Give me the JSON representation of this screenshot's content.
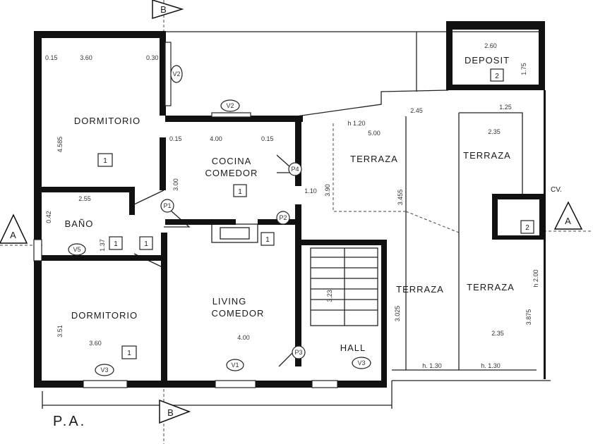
{
  "rooms": {
    "dormitorio_top": "DORMITORIO",
    "cocina_line1": "COCINA",
    "cocina_line2": "COMEDOR",
    "terraza_top": "TERRAZA",
    "deposit": "DEPOSIT",
    "terraza_right_top": "TERRAZA",
    "bano": "BAÑO",
    "living_line1": "LIVING",
    "living_line2": "COMEDOR",
    "terraza_mid": "TERRAZA",
    "terraza_right": "TERRAZA",
    "hall": "HALL",
    "dormitorio_bottom": "DORMITORIO"
  },
  "room_numbers": {
    "dormitorio_top": "1",
    "cocina": "1",
    "deposit": "2",
    "bano": "1",
    "bano_side": "1",
    "living": "1",
    "dormitorio_bottom": "1",
    "cv": "2"
  },
  "section_marks": {
    "a_left": "A",
    "a_right": "A",
    "b_top": "B",
    "b_bottom": "B"
  },
  "labels": {
    "plan_title": "P.A.",
    "cv": "CV."
  },
  "window_tags": {
    "v2_kitchen": "V2",
    "v2_bedroom": "V2",
    "v3_bedroom": "V3",
    "v3_hall": "V3",
    "v5_bath": "V5",
    "v1_living": "V1"
  },
  "door_tags": {
    "p1": "P1",
    "p2": "P2",
    "p3": "P3",
    "p4": "P4"
  },
  "dimensions": {
    "d_360_top": "3.60",
    "d_015_a": "0.15",
    "d_030_a": "0.30",
    "d_4585": "4.585",
    "d_015_b": "0.15",
    "d_400": "4.00",
    "d_015_c": "0.15",
    "d_300": "3.00",
    "d_120": "h 1.20",
    "d_245": "2.45",
    "d_260": "2.60",
    "d_175": "1.75",
    "d_125": "1.25",
    "d_235_top": "2.35",
    "d_500": "5.00",
    "d_255": "2.55",
    "d_042": "0.42",
    "d_137": "1.37",
    "d_390": "3.90",
    "d_3455": "3.455",
    "d_351": "3.51",
    "d_360_bot": "3.60",
    "d_400_bot": "4.00",
    "d_3025": "3.025",
    "d_3875": "3.875",
    "d_235_bot": "2.35",
    "d_130": "h. 1.30",
    "d_130b": "h. 1.30",
    "d_200": "h 2.00",
    "d_110": "1.10",
    "d_323": "3.23"
  }
}
